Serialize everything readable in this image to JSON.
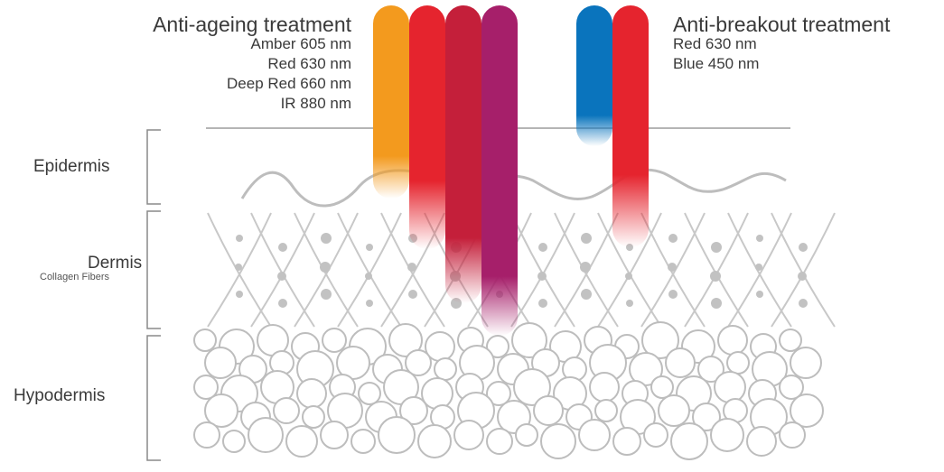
{
  "left_panel": {
    "title": "Anti-ageing treatment",
    "wavelengths": [
      "Amber 605 nm",
      "Red 630 nm",
      "Deep Red 660 nm",
      "IR 880 nm"
    ]
  },
  "right_panel": {
    "title": "Anti-breakout treatment",
    "wavelengths": [
      "Red 630 nm",
      "Blue 450 nm"
    ]
  },
  "layers": {
    "epidermis": "Epidermis",
    "dermis": "Dermis",
    "dermis_sub": "Collagen Fibers",
    "hypodermis": "Hypodermis"
  },
  "colors": {
    "amber": "#f39a1e",
    "red": "#e5242e",
    "deep_red": "#c41f3a",
    "ir": "#a61f6a",
    "blue": "#0a74bd",
    "tissue": "#bdbdbd",
    "text": "#3a3a3a"
  },
  "beams": [
    {
      "name": "amber-605-beam",
      "color": "amber",
      "depth_layer": "epidermis"
    },
    {
      "name": "red-630-beam",
      "color": "red",
      "depth_layer": "upper-dermis"
    },
    {
      "name": "deep-red-660-beam",
      "color": "deep_red",
      "depth_layer": "mid-dermis"
    },
    {
      "name": "ir-880-beam",
      "color": "ir",
      "depth_layer": "lower-dermis"
    },
    {
      "name": "blue-450-beam",
      "color": "blue",
      "depth_layer": "surface"
    },
    {
      "name": "red-630-breakout-beam",
      "color": "red",
      "depth_layer": "upper-dermis"
    }
  ]
}
